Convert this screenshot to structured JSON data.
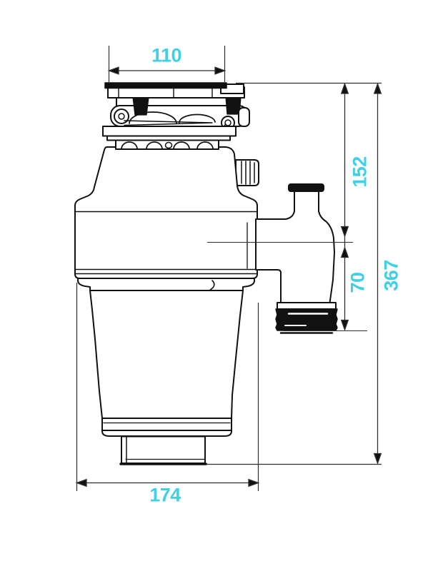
{
  "drawing": {
    "colors": {
      "dimension_text": "#3fd0e6",
      "line_art": "#111111",
      "dimension_lines": "#2f2f2f",
      "background": "#ffffff"
    },
    "dimensions": {
      "flange_width": "110",
      "upper_height": "152",
      "outlet_drop": "70",
      "overall_height": "367",
      "body_width": "174"
    }
  }
}
